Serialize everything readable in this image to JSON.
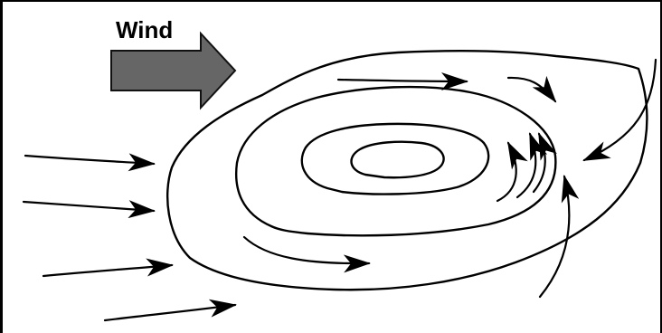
{
  "title": "",
  "wind_label": "Wind",
  "colors": {
    "wind_arrow_fill": "#666666",
    "wind_arrow_stroke": "#111111",
    "line": "#000000",
    "background": "#ffffff"
  },
  "elements": {
    "wind_arrow": "block-arrow-right",
    "contours": [
      "outer-contour",
      "second-contour",
      "third-contour",
      "inner-contour"
    ],
    "flow_arrow_count": 12
  }
}
